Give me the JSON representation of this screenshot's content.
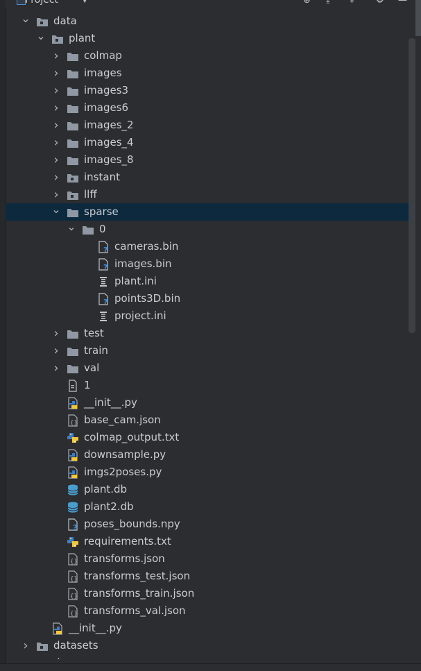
{
  "header": {
    "title": "Project",
    "icons": [
      "locate-icon",
      "collapse-all-icon",
      "expand-icon",
      "settings-icon",
      "hide-icon"
    ]
  },
  "tree": [
    {
      "name": "data",
      "depth": 0,
      "kind": "folder-module",
      "chevron": "down"
    },
    {
      "name": "plant",
      "depth": 1,
      "kind": "folder-module",
      "chevron": "down"
    },
    {
      "name": "colmap",
      "depth": 2,
      "kind": "folder",
      "chevron": "right"
    },
    {
      "name": "images",
      "depth": 2,
      "kind": "folder",
      "chevron": "right"
    },
    {
      "name": "images3",
      "depth": 2,
      "kind": "folder",
      "chevron": "right"
    },
    {
      "name": "images6",
      "depth": 2,
      "kind": "folder",
      "chevron": "right"
    },
    {
      "name": "images_2",
      "depth": 2,
      "kind": "folder",
      "chevron": "right"
    },
    {
      "name": "images_4",
      "depth": 2,
      "kind": "folder",
      "chevron": "right"
    },
    {
      "name": "images_8",
      "depth": 2,
      "kind": "folder",
      "chevron": "right"
    },
    {
      "name": "instant",
      "depth": 2,
      "kind": "folder-module",
      "chevron": "right"
    },
    {
      "name": "llff",
      "depth": 2,
      "kind": "folder-module",
      "chevron": "right"
    },
    {
      "name": "sparse",
      "depth": 2,
      "kind": "folder",
      "chevron": "down",
      "selected": true
    },
    {
      "name": "0",
      "depth": 3,
      "kind": "folder",
      "chevron": "down"
    },
    {
      "name": "cameras.bin",
      "depth": 4,
      "kind": "unknown-file",
      "chevron": ""
    },
    {
      "name": "images.bin",
      "depth": 4,
      "kind": "unknown-file",
      "chevron": ""
    },
    {
      "name": "plant.ini",
      "depth": 4,
      "kind": "ini-file",
      "chevron": ""
    },
    {
      "name": "points3D.bin",
      "depth": 4,
      "kind": "unknown-file",
      "chevron": ""
    },
    {
      "name": "project.ini",
      "depth": 4,
      "kind": "ini-file",
      "chevron": ""
    },
    {
      "name": "test",
      "depth": 2,
      "kind": "folder",
      "chevron": "right"
    },
    {
      "name": "train",
      "depth": 2,
      "kind": "folder",
      "chevron": "right"
    },
    {
      "name": "val",
      "depth": 2,
      "kind": "folder",
      "chevron": "right"
    },
    {
      "name": "1",
      "depth": 2,
      "kind": "text-file",
      "chevron": ""
    },
    {
      "name": "__init__.py",
      "depth": 2,
      "kind": "python-file",
      "chevron": ""
    },
    {
      "name": "base_cam.json",
      "depth": 2,
      "kind": "json-file",
      "chevron": ""
    },
    {
      "name": "colmap_output.txt",
      "depth": 2,
      "kind": "python-text-file",
      "chevron": ""
    },
    {
      "name": "downsample.py",
      "depth": 2,
      "kind": "python-file",
      "chevron": ""
    },
    {
      "name": "imgs2poses.py",
      "depth": 2,
      "kind": "python-file",
      "chevron": ""
    },
    {
      "name": "plant.db",
      "depth": 2,
      "kind": "database-file",
      "chevron": ""
    },
    {
      "name": "plant2.db",
      "depth": 2,
      "kind": "database-file",
      "chevron": ""
    },
    {
      "name": "poses_bounds.npy",
      "depth": 2,
      "kind": "unknown-file",
      "chevron": ""
    },
    {
      "name": "requirements.txt",
      "depth": 2,
      "kind": "python-text-file",
      "chevron": ""
    },
    {
      "name": "transforms.json",
      "depth": 2,
      "kind": "json-file",
      "chevron": ""
    },
    {
      "name": "transforms_test.json",
      "depth": 2,
      "kind": "json-file",
      "chevron": ""
    },
    {
      "name": "transforms_train.json",
      "depth": 2,
      "kind": "json-file",
      "chevron": ""
    },
    {
      "name": "transforms_val.json",
      "depth": 2,
      "kind": "json-file",
      "chevron": ""
    },
    {
      "name": "__init__.py",
      "depth": 1,
      "kind": "python-file",
      "chevron": ""
    },
    {
      "name": "datasets",
      "depth": 0,
      "kind": "folder-module",
      "chevron": "right"
    },
    {
      "name": "docs",
      "depth": 0,
      "kind": "folder-module",
      "chevron": "right"
    }
  ],
  "colors": {
    "background": "#2b2d30",
    "selection": "#0d293e",
    "folder": "#8f98a3",
    "python_blue": "#3f7cc0",
    "python_yellow": "#f2c740",
    "unknown_badge": "#3d8fe0",
    "database": "#4a9fd1"
  }
}
